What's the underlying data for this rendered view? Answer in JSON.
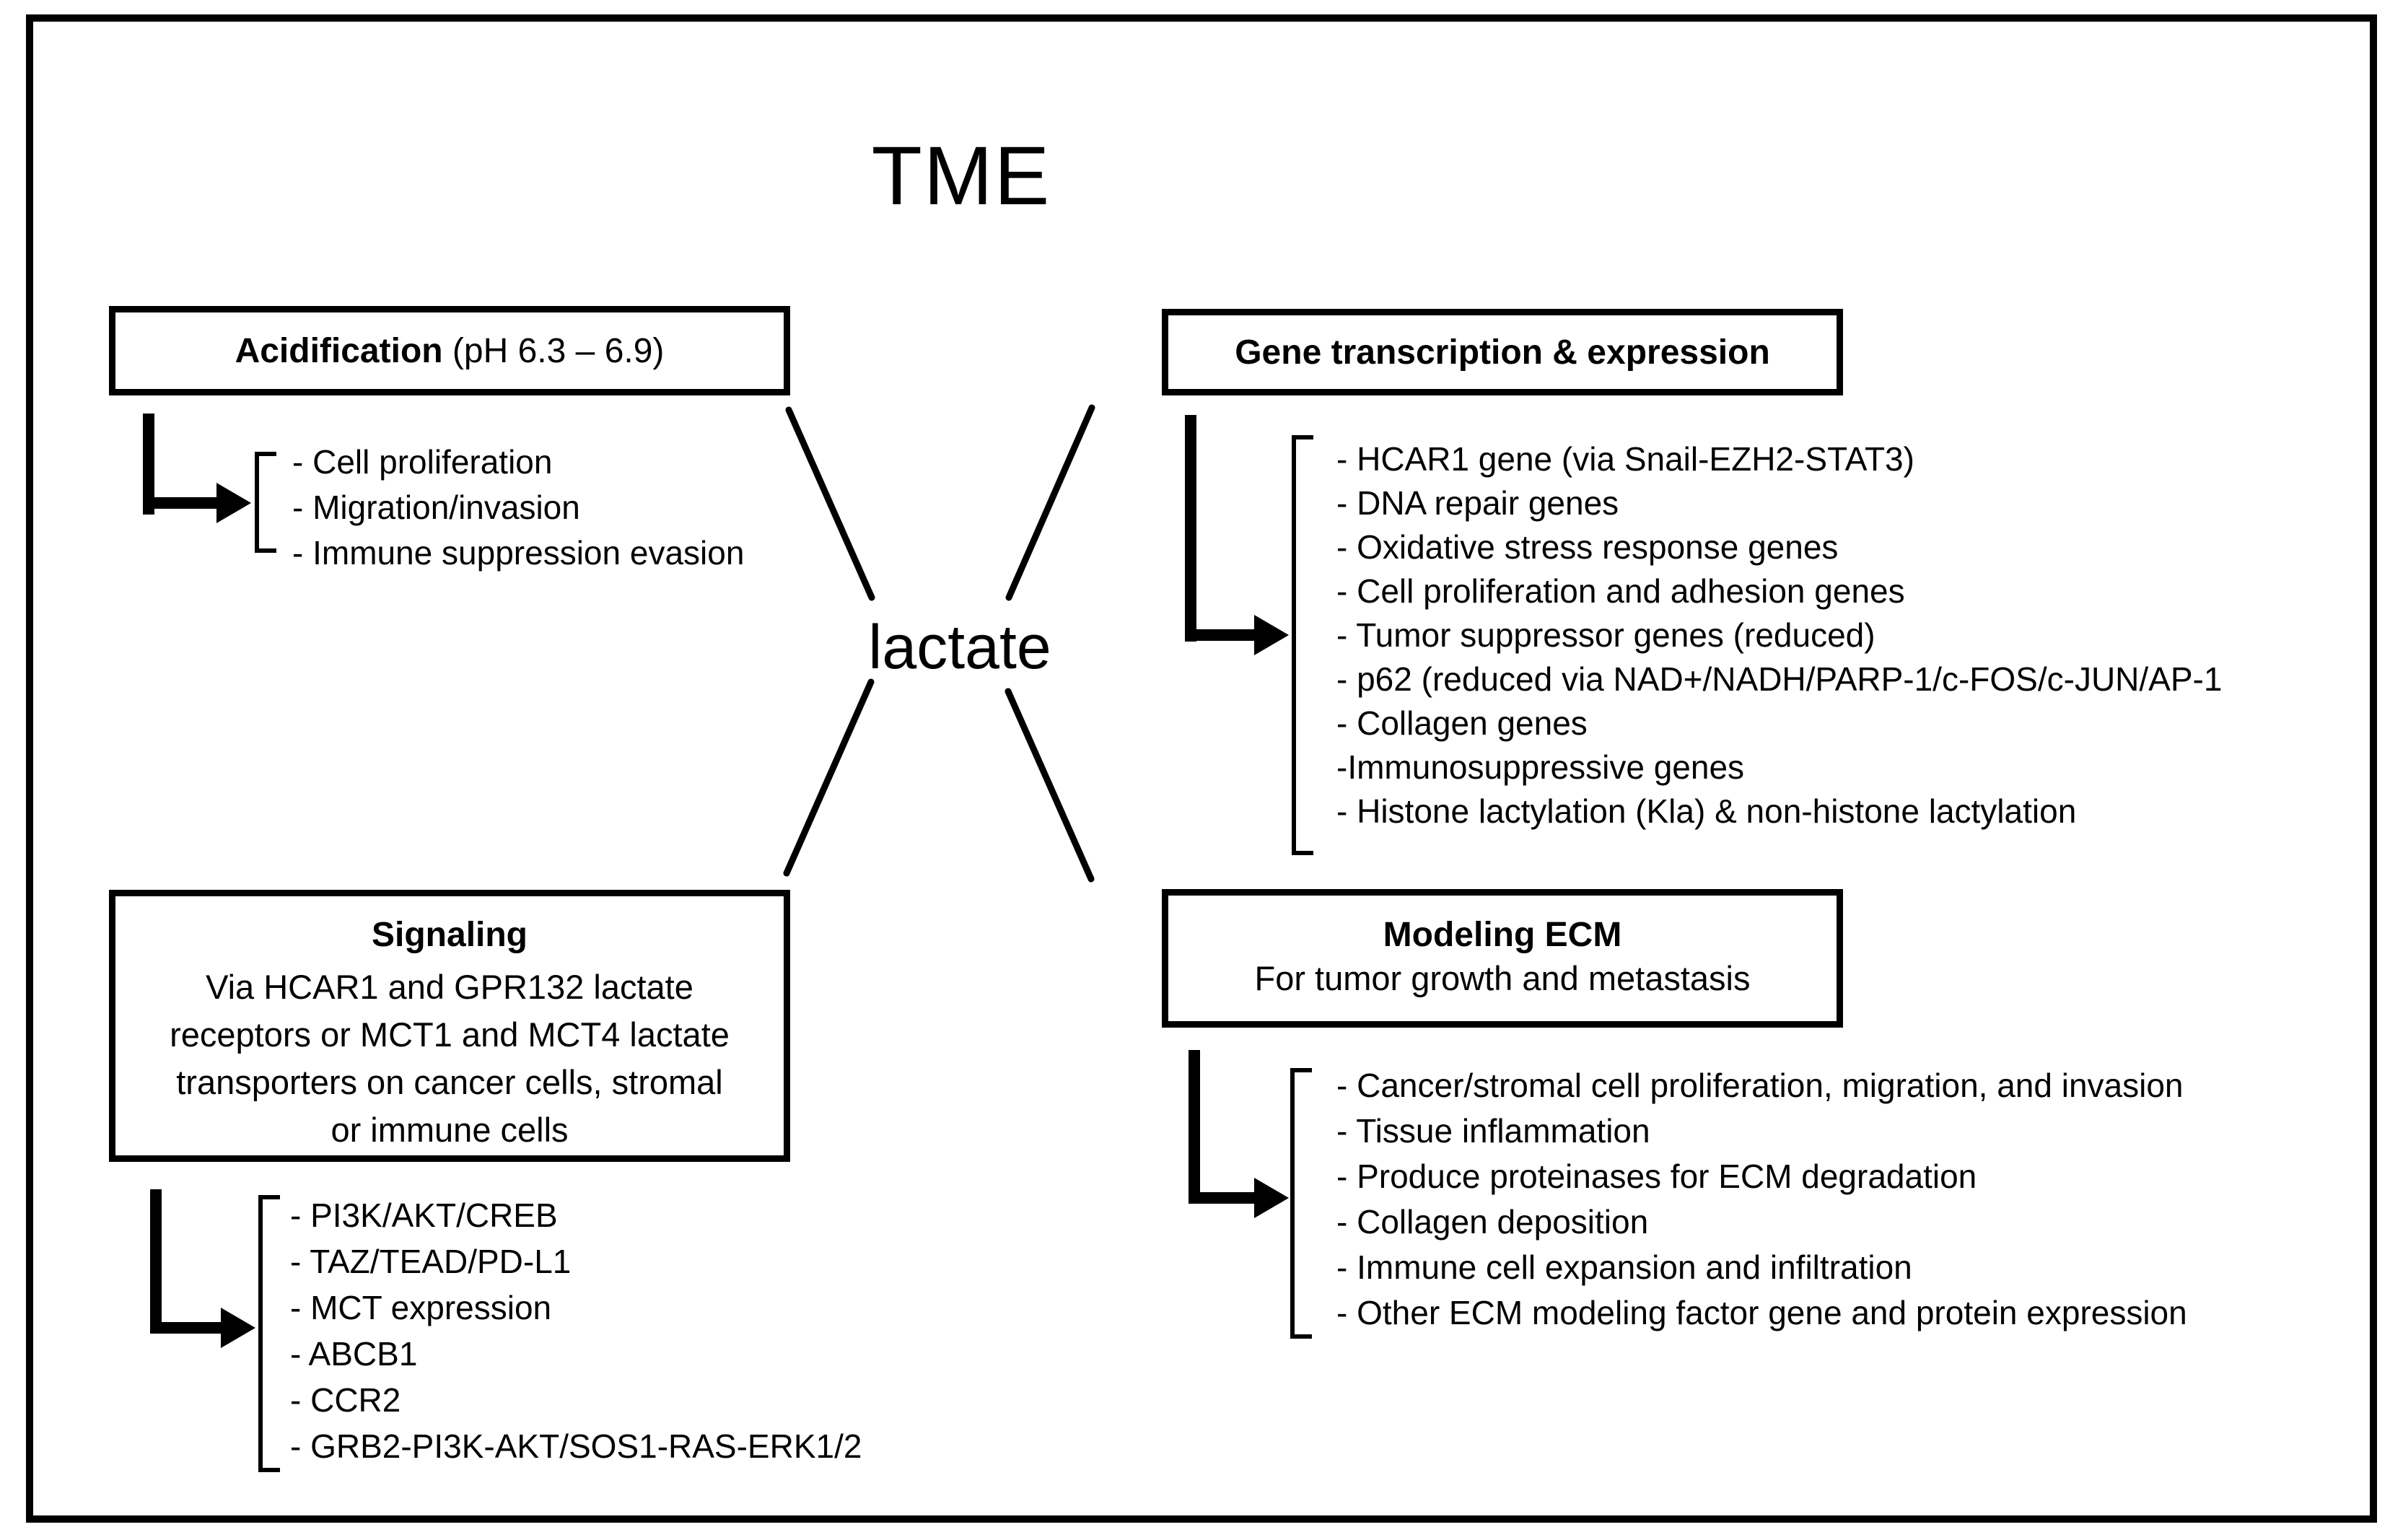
{
  "title": "TME",
  "center": {
    "label": "lactate"
  },
  "boxes": {
    "acidification": {
      "title_bold": "Acidification",
      "title_rest": " (pH 6.3 – 6.9)"
    },
    "gene": {
      "title": "Gene transcription & expression"
    },
    "signaling": {
      "title": "Signaling",
      "body_lines": [
        "Via HCAR1 and GPR132 lactate",
        "receptors or MCT1 and MCT4 lactate",
        "transporters on cancer cells, stromal",
        "or immune cells"
      ]
    },
    "modeling": {
      "title": "Modeling ECM",
      "subtitle": "For tumor growth and metastasis"
    }
  },
  "lists": {
    "acidification": [
      "- Cell proliferation",
      "- Migration/invasion",
      "- Immune suppression evasion"
    ],
    "gene": [
      "- HCAR1 gene (via Snail-EZH2-STAT3)",
      "- DNA repair genes",
      "- Oxidative stress response genes",
      "- Cell proliferation and adhesion genes",
      "- Tumor suppressor genes (reduced)",
      "- p62 (reduced via NAD+/NADH/PARP-1/c-FOS/c-JUN/AP-1",
      "- Collagen genes",
      "-Immunosuppressive genes",
      "- Histone lactylation (Kla) & non-histone lactylation"
    ],
    "signaling": [
      "- PI3K/AKT/CREB",
      "- TAZ/TEAD/PD-L1",
      "- MCT expression",
      "- ABCB1",
      "- CCR2",
      "- GRB2-PI3K-AKT/SOS1-RAS-ERK1/2"
    ],
    "modeling": [
      "- Cancer/stromal cell proliferation, migration, and invasion",
      "- Tissue inflammation",
      "- Produce proteinases for ECM degradation",
      "- Collagen deposition",
      "- Immune cell expansion and infiltration",
      "- Other ECM modeling factor gene and protein expression"
    ]
  },
  "colors": {
    "ink": "#000000",
    "background": "#ffffff"
  }
}
